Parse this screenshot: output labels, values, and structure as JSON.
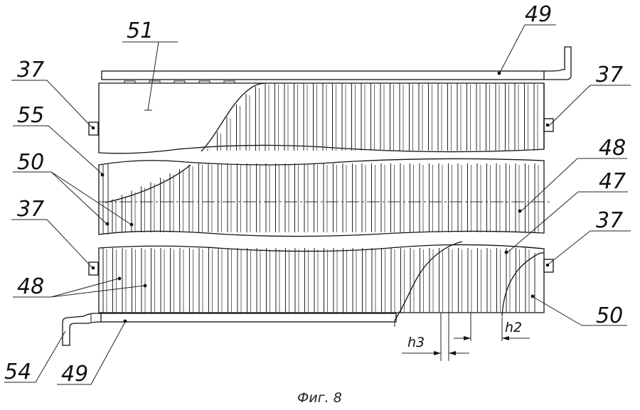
{
  "figure": {
    "caption": "Фиг. 8",
    "callouts": {
      "c51": "51",
      "c49_top": "49",
      "c37_top_left": "37",
      "c37_top_right": "37",
      "c55": "55",
      "c50_left": "50",
      "c48_right": "48",
      "c47": "47",
      "c37_mid_left": "37",
      "c37_mid_right": "37",
      "c48_left": "48",
      "c50_right": "50",
      "c54": "54",
      "c49_bottom": "49"
    },
    "dimensions": {
      "h3": "h3",
      "h2": "h2"
    }
  }
}
